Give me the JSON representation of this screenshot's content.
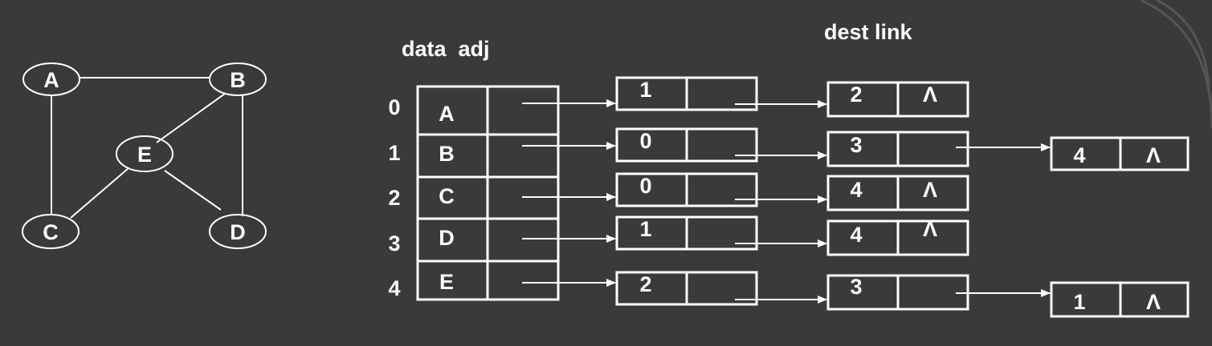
{
  "graph": {
    "nodes": [
      "A",
      "B",
      "E",
      "C",
      "D"
    ],
    "edges": [
      [
        "A",
        "B"
      ],
      [
        "A",
        "C"
      ],
      [
        "B",
        "E"
      ],
      [
        "B",
        "D"
      ],
      [
        "E",
        "C"
      ],
      [
        "E",
        "D"
      ]
    ]
  },
  "table": {
    "header_data_adj": "data  adj",
    "indices": [
      "0",
      "1",
      "2",
      "3",
      "4"
    ],
    "data": [
      "A",
      "B",
      "C",
      "D",
      "E"
    ]
  },
  "edge_header": "dest link",
  "lists": [
    [
      {
        "dest": "1",
        "link": ""
      },
      {
        "dest": "2",
        "link": "Λ"
      }
    ],
    [
      {
        "dest": "0",
        "link": ""
      },
      {
        "dest": "3",
        "link": ""
      },
      {
        "dest": "4",
        "link": "Λ"
      }
    ],
    [
      {
        "dest": "0",
        "link": ""
      },
      {
        "dest": "4",
        "link": "Λ"
      }
    ],
    [
      {
        "dest": "1",
        "link": ""
      },
      {
        "dest": "4",
        "link": "Λ"
      }
    ],
    [
      {
        "dest": "2",
        "link": ""
      },
      {
        "dest": "3",
        "link": ""
      },
      {
        "dest": "1",
        "link": "Λ"
      }
    ]
  ],
  "colors": {
    "background": "#3a3a3a",
    "corner_accent": "#555555",
    "stroke": "#ffffff",
    "text": "#ffffff"
  }
}
